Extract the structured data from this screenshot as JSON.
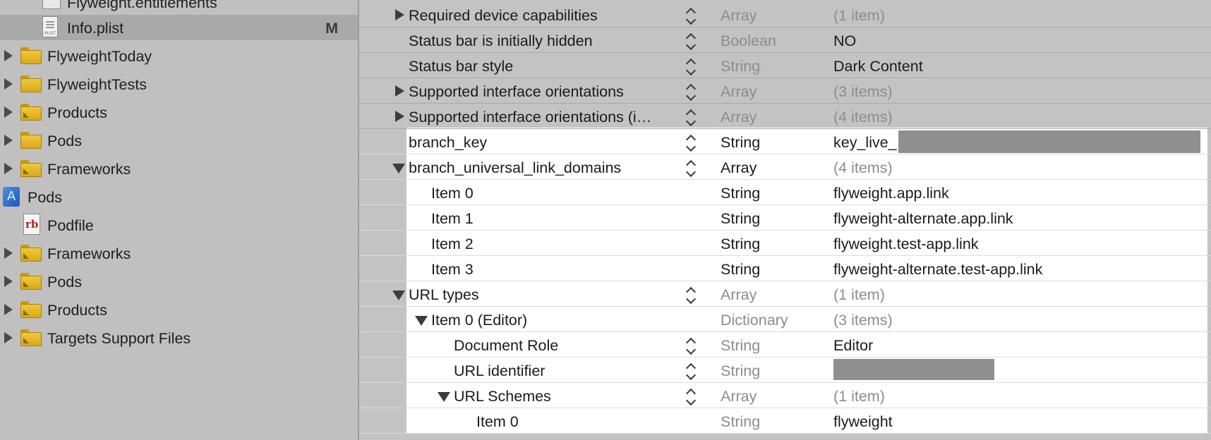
{
  "navigator": {
    "items": [
      {
        "label": "Flyweight.entitlements",
        "icon": "entitlements-file-icon"
      },
      {
        "label": "Info.plist",
        "icon": "plist-file-icon",
        "badge": "M"
      },
      {
        "label": "FlyweightToday",
        "icon": "folder-icon"
      },
      {
        "label": "FlyweightTests",
        "icon": "folder-icon"
      },
      {
        "label": "Products",
        "icon": "folder-group-icon"
      },
      {
        "label": "Pods",
        "icon": "folder-icon"
      },
      {
        "label": "Frameworks",
        "icon": "folder-group-icon"
      },
      {
        "label": "Pods",
        "icon": "xcode-project-icon"
      },
      {
        "label": "Podfile",
        "icon": "ruby-file-icon"
      },
      {
        "label": "Frameworks",
        "icon": "folder-group-icon"
      },
      {
        "label": "Pods",
        "icon": "folder-group-icon"
      },
      {
        "label": "Products",
        "icon": "folder-group-icon"
      },
      {
        "label": "Targets Support Files",
        "icon": "folder-group-icon"
      }
    ]
  },
  "plist": {
    "rows": [
      {
        "key": "Required device capabilities",
        "type": "Array",
        "value": "(1 item)"
      },
      {
        "key": "Status bar is initially hidden",
        "type": "Boolean",
        "value": "NO"
      },
      {
        "key": "Status bar style",
        "type": "String",
        "value": "Dark Content"
      },
      {
        "key": "Supported interface orientations",
        "type": "Array",
        "value": "(3 items)"
      },
      {
        "key": "Supported interface orientations (i…",
        "type": "Array",
        "value": "(4 items)"
      },
      {
        "key": "branch_key",
        "type": "String",
        "value": "key_live_"
      },
      {
        "key": "branch_universal_link_domains",
        "type": "Array",
        "value": "(4 items)"
      },
      {
        "key": "Item 0",
        "type": "String",
        "value": "flyweight.app.link"
      },
      {
        "key": "Item 1",
        "type": "String",
        "value": "flyweight-alternate.app.link"
      },
      {
        "key": "Item 2",
        "type": "String",
        "value": "flyweight.test-app.link"
      },
      {
        "key": "Item 3",
        "type": "String",
        "value": "flyweight-alternate.test-app.link"
      },
      {
        "key": "URL types",
        "type": "Array",
        "value": "(1 item)"
      },
      {
        "key": "Item 0 (Editor)",
        "type": "Dictionary",
        "value": "(3 items)"
      },
      {
        "key": "Document Role",
        "type": "String",
        "value": "Editor"
      },
      {
        "key": "URL identifier",
        "type": "String",
        "value": ""
      },
      {
        "key": "URL Schemes",
        "type": "Array",
        "value": "(1 item)"
      },
      {
        "key": "Item 0",
        "type": "String",
        "value": "flyweight"
      }
    ]
  }
}
